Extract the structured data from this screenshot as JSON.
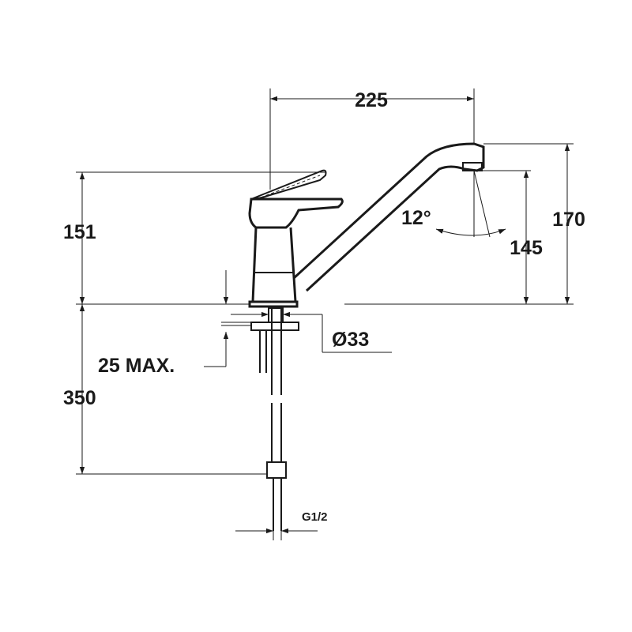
{
  "dimensions": {
    "spout_reach": "225",
    "body_height": "151",
    "total_height": "170",
    "outlet_height": "145",
    "spout_angle": "12°",
    "thread_diameter": "Ø33",
    "max_counter_thickness": "25 MAX.",
    "hose_length": "350",
    "connection_thread": "G1/2"
  }
}
